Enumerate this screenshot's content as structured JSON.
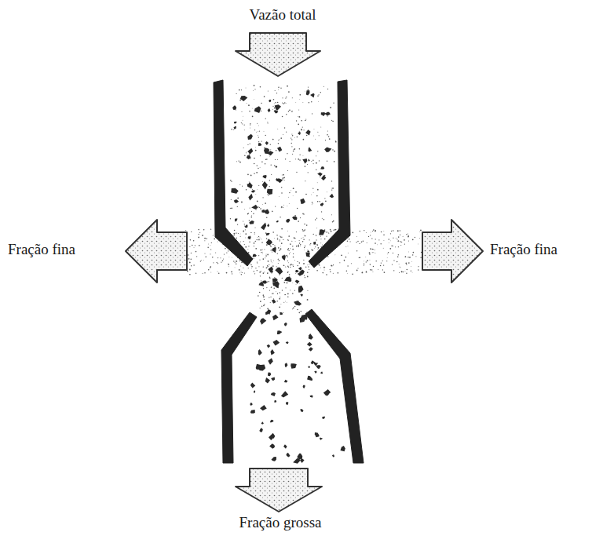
{
  "diagram": {
    "labels": [
      "Vazão total",
      "Fração fina",
      "Fração fina",
      "Fração grossa"
    ]
  }
}
